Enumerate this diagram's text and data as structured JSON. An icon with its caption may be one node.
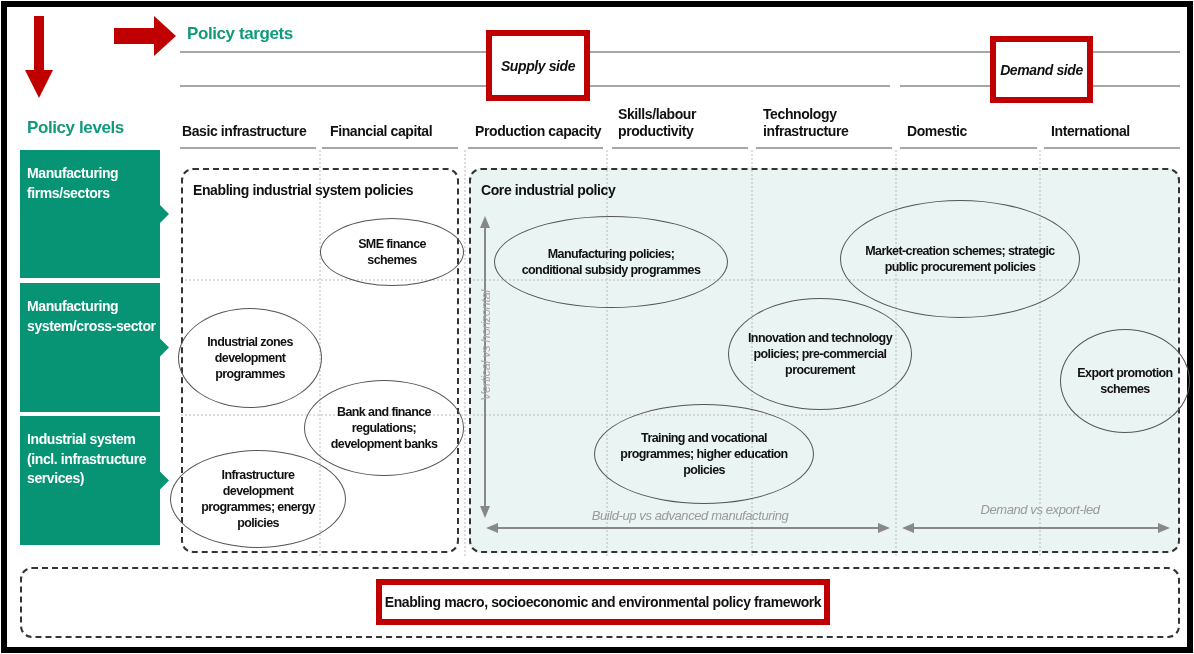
{
  "diagram": {
    "nodes": [
      {
        "text": [
          "Manufacturing firms/sectors"
        ]
      },
      {
        "text": [
          "Manufacturing system/cross-sector"
        ]
      },
      {
        "text": [
          "Industrial system (incl. infrastructure services)"
        ]
      },
      {
        "text": [
          "Enabling industrial system policies"
        ]
      },
      {
        "text": [
          "SME finance schemes"
        ],
        "in": 3
      },
      {
        "text": [
          "Industrial zones development programmes"
        ],
        "in": 3
      },
      {
        "text": [
          "Bank and finance regulations; development banks"
        ],
        "in": 3
      },
      {
        "text": [
          "Infrastructure development programmes; energy policies"
        ],
        "in": 3
      },
      {
        "text": [
          "Core industrial policy"
        ]
      },
      {
        "text": [
          "Manufacturing policies; conditional subsidy programmes"
        ],
        "in": 8
      },
      {
        "text": [
          "Market-creation schemes; strategic public procurement policies"
        ],
        "in": 8
      },
      {
        "text": [
          "Innovation and technology policies; pre-commercial procurement"
        ],
        "in": 8
      },
      {
        "text": [
          "Export promotion schemes"
        ],
        "in": 8
      },
      {
        "text": [
          "Training and vocational programmes; higher education policies"
        ],
        "in": 8
      },
      {
        "text": [],
        "shape": "box"
      },
      {
        "text": [
          "Enabling macro, socioeconomic and environmental policy framework"
        ],
        "in": 14
      },
      {
        "text": [
          "Supply side"
        ]
      },
      {
        "text": [
          "Demand side"
        ]
      }
    ],
    "labels": [
      "Policy targets",
      "Policy levels",
      "Basic infrastructure",
      "Financial capital",
      "Production capacity",
      "Skills/labour productivity",
      "Technology infrastructure",
      "Domestic",
      "International",
      "Vertical vs horizontal",
      "Build-up vs advanced manufacturing",
      "Demand vs export-led"
    ]
  }
}
